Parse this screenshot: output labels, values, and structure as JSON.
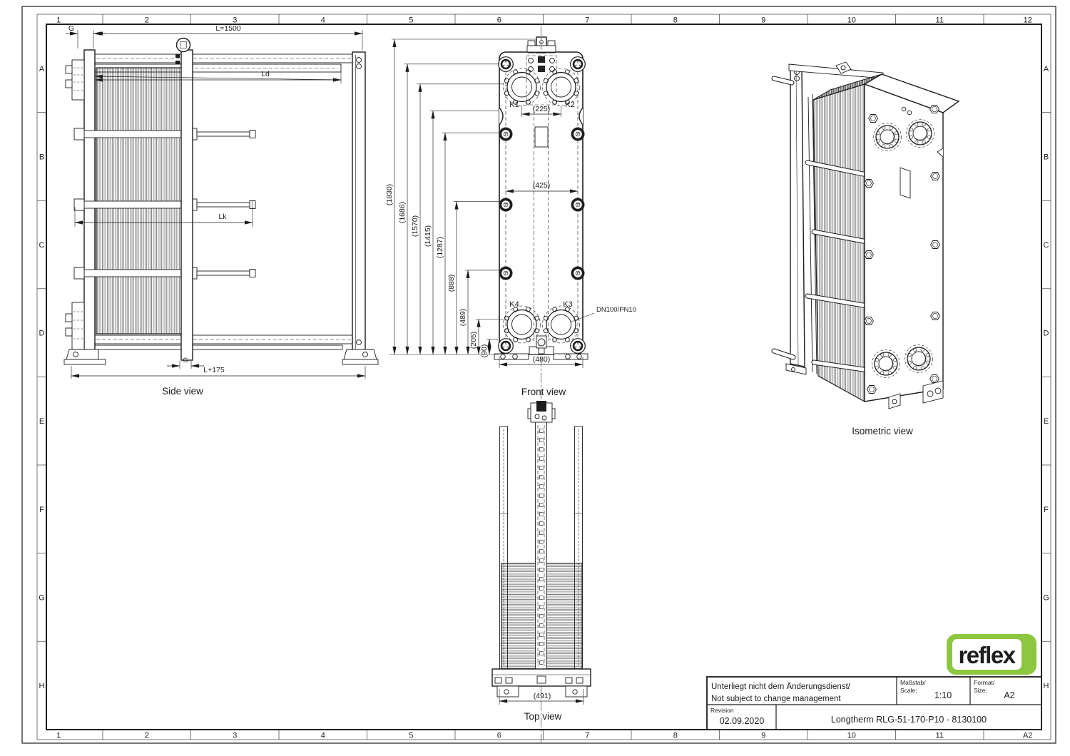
{
  "sheet": {
    "background": "#ffffff",
    "line_color": "#1c1c1c"
  },
  "border": {
    "columns_top": [
      "1",
      "2",
      "3",
      "4",
      "5",
      "6",
      "7",
      "8",
      "9",
      "10",
      "11",
      "12"
    ],
    "columns_bottom": [
      "1",
      "2",
      "3",
      "4",
      "5",
      "6",
      "7",
      "8",
      "9",
      "10",
      "11",
      "A2"
    ],
    "rows": [
      "A",
      "B",
      "C",
      "D",
      "E",
      "F",
      "G",
      "H"
    ]
  },
  "views": {
    "side": {
      "label": "Side view",
      "dim_g_top": "G",
      "dim_length": "L=1500",
      "dim_ld": "Ld",
      "dim_lk": "Lk",
      "dim_g_bottom": "G",
      "dim_overall": "L+175"
    },
    "front": {
      "label": "Front view",
      "port_k1": "K1",
      "port_k2": "K2",
      "port_k3": "K3",
      "port_k4": "K4",
      "port_spec": "DN100/PN10",
      "vertical_dims": [
        "(1830)",
        "(1686)",
        "(1570)",
        "(1415)",
        "(1287)",
        "(888)",
        "(489)",
        "(205)",
        "(90)"
      ],
      "dim_width": "(480)",
      "dim_port_pitch": "(225)",
      "dim_bolt_pitch": "(425)"
    },
    "top": {
      "label": "Top view",
      "dim_width": "(491)"
    },
    "isometric": {
      "label": "Isometric view"
    }
  },
  "title_block": {
    "note_de": "Unterliegt nicht dem Änderungsdienst/",
    "note_en": "Not subject to change management",
    "scale_label_de": "Maßstab/",
    "scale_label_en": "Scale:",
    "scale_value": "1:10",
    "format_label_de": "Format/",
    "format_label_en": "Size:",
    "format_value": "A2",
    "revision_label": "Revision",
    "revision_date": "02.09.2020",
    "part_title": "Longtherm RLG-51-170-P10 - 8130100"
  },
  "logo": {
    "text": "reflex",
    "green": "#8dc63f"
  }
}
